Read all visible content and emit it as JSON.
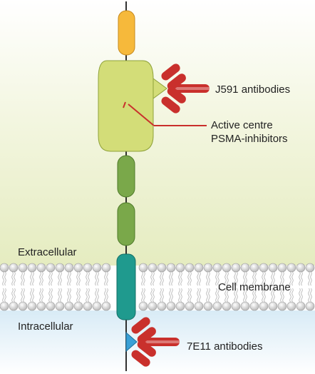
{
  "labels": {
    "j591": "J591 antibodies",
    "active_centre_line1": "Active centre",
    "active_centre_line2": "PSMA-inhibitors",
    "extracellular": "Extracellular",
    "intracellular": "Intracellular",
    "cell_membrane": "Cell membrane",
    "e11": "7E11 antibodies"
  },
  "colors": {
    "extracellular_tint": "#e6edc2",
    "intracellular_tint": "#d5e8f5",
    "top_domain": "#f6b93b",
    "large_domain": "#d3dd78",
    "green_domain": "#7aa84a",
    "transmembrane": "#1f9a8e",
    "antibody": "#c9302c",
    "inhibitor": "#c9302c",
    "epitope_7e11": "#3aa0d6",
    "lipid_head": "#c9c9c9"
  },
  "icons": [
    "j591-antibody-icon",
    "7e11-antibody-icon",
    "inhibitor-marker-icon",
    "lipid-bilayer-icon"
  ]
}
